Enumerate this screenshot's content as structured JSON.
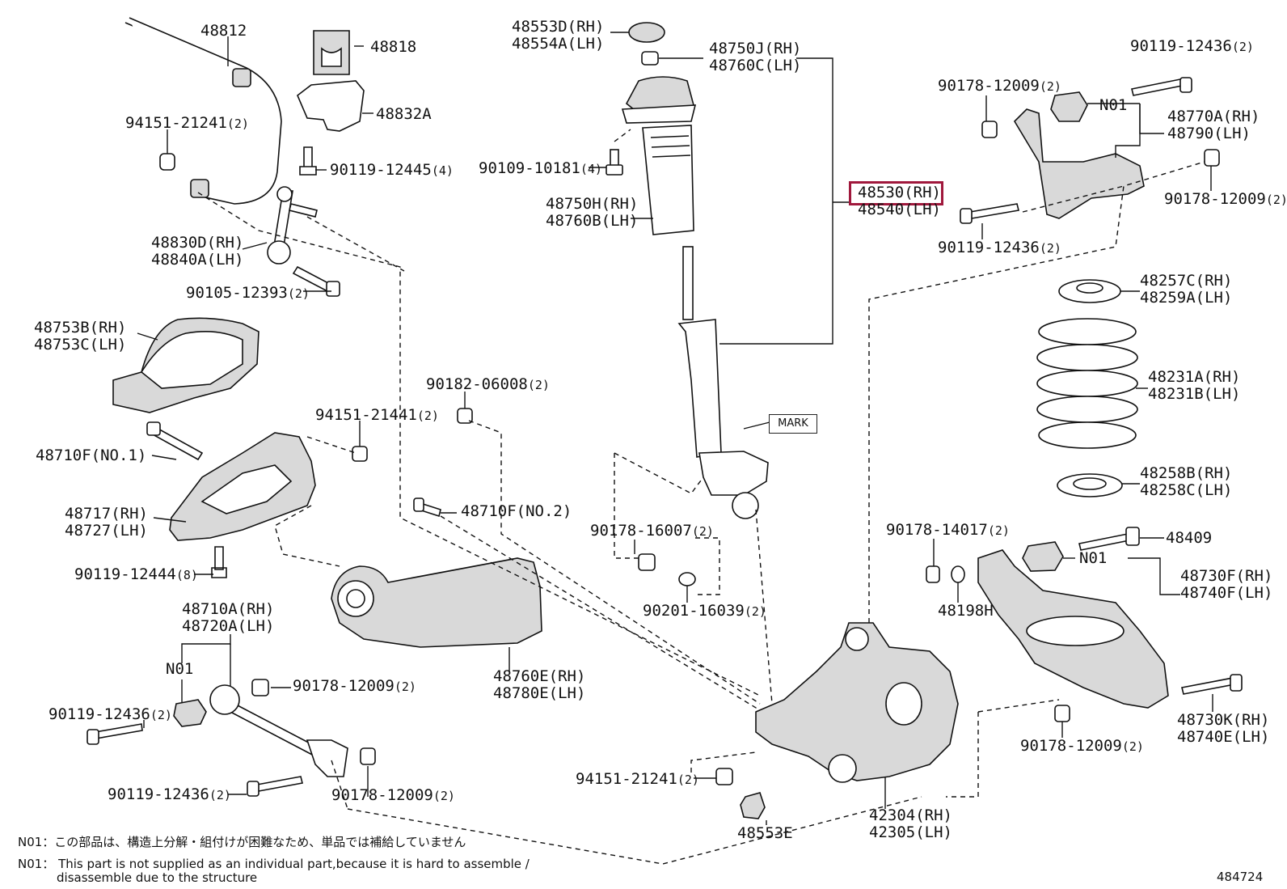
{
  "diagram_number": "484724",
  "mark_label": "MARK",
  "parts": {
    "p48812": "48812",
    "p48818": "48818",
    "p48832A": "48832A",
    "p94151_21241_top": {
      "code": "94151-21241",
      "qty": "(2)"
    },
    "p90119_12445": {
      "code": "90119-12445",
      "qty": "(4)"
    },
    "p48830D": {
      "rh": "48830D(RH)",
      "lh": "48840A(LH)"
    },
    "p90105_12393": {
      "code": "90105-12393",
      "qty": "(2)"
    },
    "p48753B": {
      "rh": "48753B(RH)",
      "lh": "48753C(LH)"
    },
    "p48710F_no1": "48710F(NO.1)",
    "p94151_21441": {
      "code": "94151-21441",
      "qty": "(2)"
    },
    "p90182_06008": {
      "code": "90182-06008",
      "qty": "(2)"
    },
    "p48717": {
      "rh": "48717(RH)",
      "lh": "48727(LH)"
    },
    "p48710F_no2": "48710F(NO.2)",
    "p90119_12444": {
      "code": "90119-12444",
      "qty": "(8)"
    },
    "p48710A": {
      "rh": "48710A(RH)",
      "lh": "48720A(LH)"
    },
    "n01_left": "N01",
    "p90178_12009_mid": {
      "code": "90178-12009",
      "qty": "(2)"
    },
    "p90119_12436_left": {
      "code": "90119-12436",
      "qty": "(2)"
    },
    "p90119_12436_bottom": {
      "code": "90119-12436",
      "qty": "(2)"
    },
    "p90178_12009_bottom": {
      "code": "90178-12009",
      "qty": "(2)"
    },
    "p48760E": {
      "rh": "48760E(RH)",
      "lh": "48780E(LH)"
    },
    "p48553D": {
      "rh": "48553D(RH)",
      "lh": "48554A(LH)"
    },
    "p48750J": {
      "rh": "48750J(RH)",
      "lh": "48760C(LH)"
    },
    "p90109_10181": {
      "code": "90109-10181",
      "qty": "(4)"
    },
    "p48750H": {
      "rh": "48750H(RH)",
      "lh": "48760B(LH)"
    },
    "p48530": {
      "rh": "48530(RH)",
      "lh": "48540(LH)"
    },
    "p90178_16007": {
      "code": "90178-16007",
      "qty": "(2)"
    },
    "p90201_16039": {
      "code": "90201-16039",
      "qty": "(2)"
    },
    "p94151_21241_bottom": {
      "code": "94151-21241",
      "qty": "(2)"
    },
    "p48553E": "48553E",
    "p42304": {
      "rh": "42304(RH)",
      "lh": "42305(LH)"
    },
    "p90119_12436_topright": {
      "code": "90119-12436",
      "qty": "(2)"
    },
    "p90178_12009_topright": {
      "code": "90178-12009",
      "qty": "(2)"
    },
    "n01_topright": "N01",
    "p48770A": {
      "rh": "48770A(RH)",
      "lh": "48790(LH)"
    },
    "p90178_12009_right": {
      "code": "90178-12009",
      "qty": "(2)"
    },
    "p90119_12436_right": {
      "code": "90119-12436",
      "qty": "(2)"
    },
    "p48257C": {
      "rh": "48257C(RH)",
      "lh": "48259A(LH)"
    },
    "p48231A": {
      "rh": "48231A(RH)",
      "lh": "48231B(LH)"
    },
    "p48258B": {
      "rh": "48258B(RH)",
      "lh": "48258C(LH)"
    },
    "p90178_14017": {
      "code": "90178-14017",
      "qty": "(2)"
    },
    "p48409": "48409",
    "n01_right": "N01",
    "p48730F": {
      "rh": "48730F(RH)",
      "lh": "48740F(LH)"
    },
    "p48198H": "48198H",
    "p90178_12009_lowright": {
      "code": "90178-12009",
      "qty": "(2)"
    },
    "p48730K": {
      "rh": "48730K(RH)",
      "lh": "48740E(LH)"
    }
  },
  "notes": {
    "jp": "N01：この部品は、構造上分解・組付けが困難なため、単品では補給していません",
    "en_line1": "N01： This part is not supplied as an individual part,because it is hard to assemble /",
    "en_line2": "disassemble due to the structure"
  }
}
